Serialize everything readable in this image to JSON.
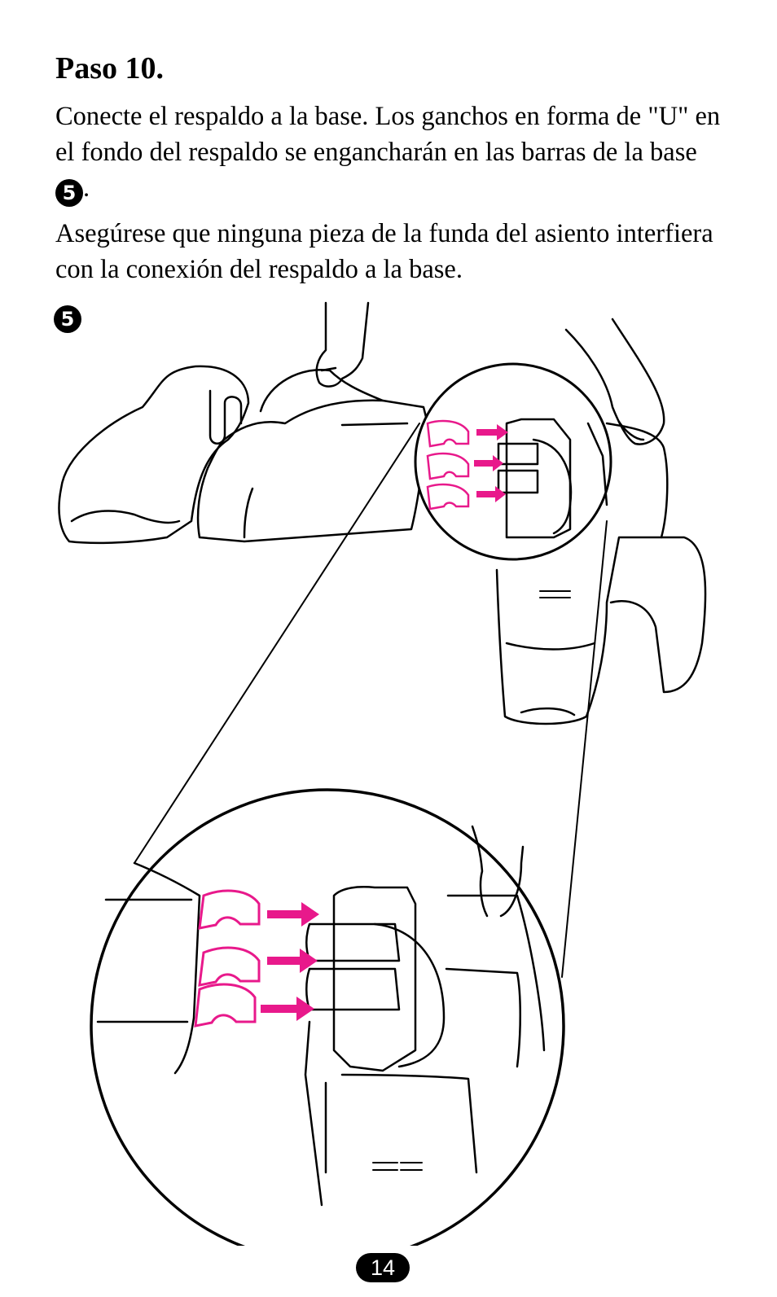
{
  "step_title": "Paso 10.",
  "paragraph1": {
    "text": "Conecte el respaldo a la base. Los ganchos en forma de \"U\" en el fondo del respaldo se engancharán en las barras de la base",
    "figure_ref": "5",
    "end": "."
  },
  "paragraph2": "Asegúrese que ninguna pieza de la funda del asiento interfiera con la conexión del respaldo a la base.",
  "figure_label": "5",
  "page_number": "14",
  "colors": {
    "arrow": "#e8198b",
    "ink": "#000000"
  }
}
